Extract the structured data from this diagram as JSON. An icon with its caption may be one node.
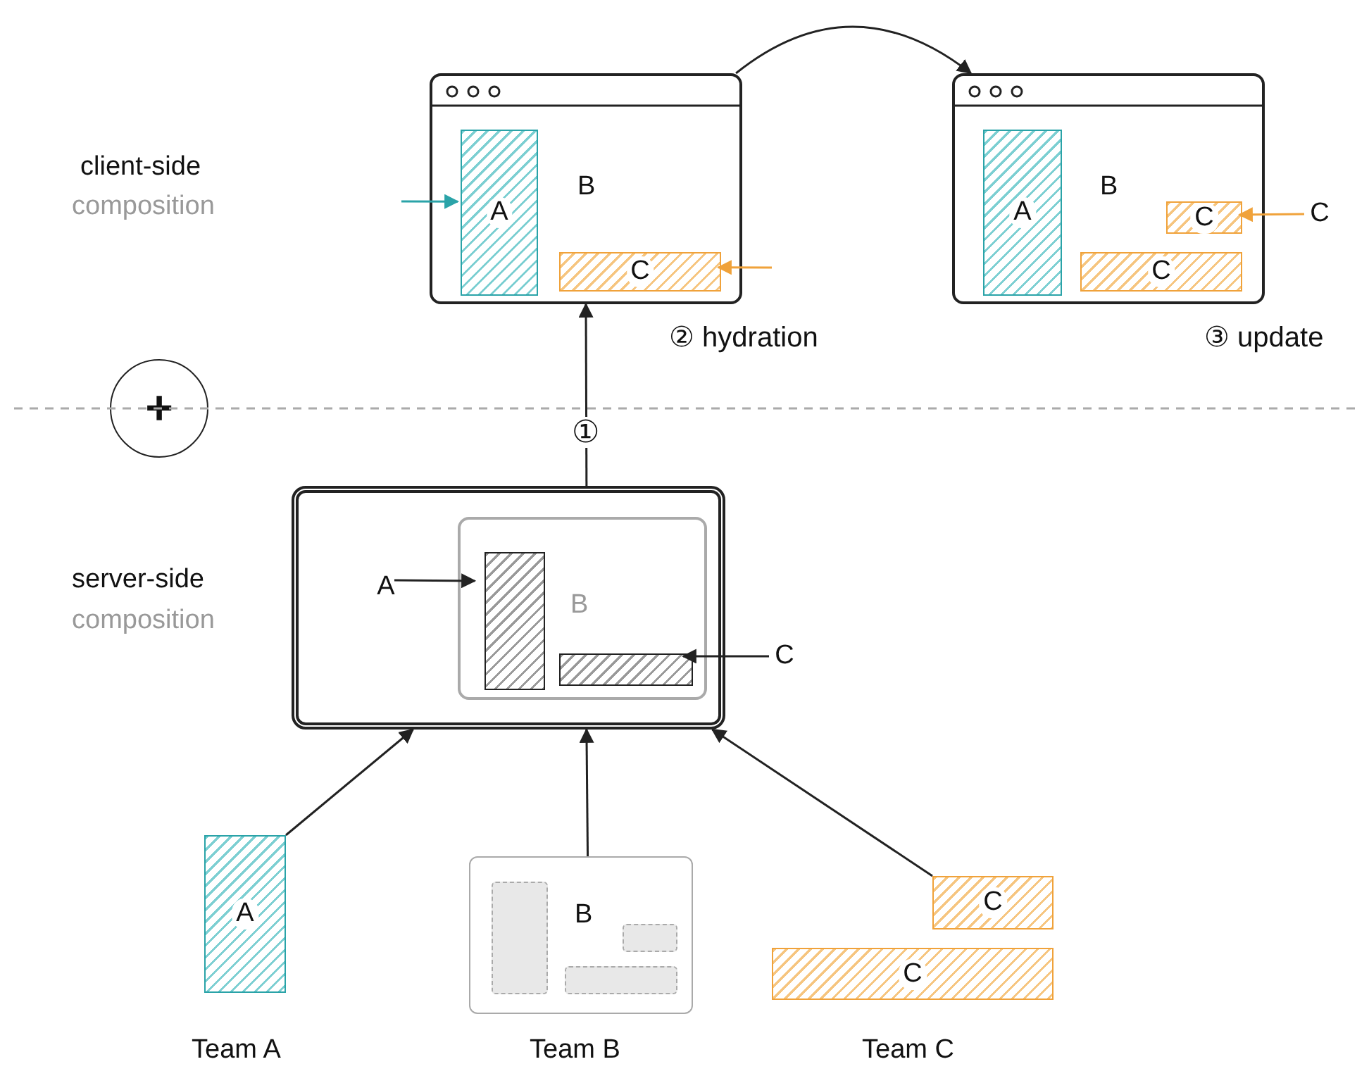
{
  "diagram": {
    "nodes": [
      {
        "text": [
          "B"
        ],
        "beside": [
          "② hydration"
        ]
      },
      {
        "text": [
          "A"
        ],
        "in": 0
      },
      {
        "text": [
          "C"
        ],
        "in": 0
      },
      {
        "text": [
          "B"
        ],
        "beside": [
          "③ update"
        ]
      },
      {
        "text": [
          "A"
        ],
        "in": 3
      },
      {
        "text": [
          "C"
        ],
        "in": 3
      },
      {
        "text": [
          "C"
        ],
        "in": 3
      },
      {
        "text": [
          "+"
        ]
      },
      {
        "text": [],
        "shape": "box"
      },
      {
        "text": [
          "B"
        ],
        "in": 8
      },
      {
        "text": [],
        "shape": "bar",
        "in": 9
      },
      {
        "text": [],
        "shape": "bar",
        "in": 9
      },
      {
        "text": [
          "A"
        ],
        "in": 8
      },
      {
        "text": [
          "C"
        ]
      },
      {
        "text": [
          "A"
        ],
        "beside": [
          "Team A"
        ]
      },
      {
        "text": [
          "B"
        ],
        "beside": [
          "Team B"
        ]
      },
      {
        "text": [],
        "shape": "box",
        "in": 15
      },
      {
        "text": [],
        "shape": "box",
        "in": 15
      },
      {
        "text": [],
        "shape": "box",
        "in": 15
      },
      {
        "text": [
          "C"
        ]
      },
      {
        "text": [
          "C"
        ],
        "beside": [
          "Team C"
        ]
      },
      {
        "text": [
          "C"
        ]
      }
    ],
    "edges": [
      {
        "from": null,
        "to": 1,
        "arrow": "to",
        "color": "#2aa3a8"
      },
      {
        "from": null,
        "to": 2,
        "arrow": "to",
        "color": "#f0a23a"
      },
      {
        "from": 0,
        "to": 3,
        "arrow": "to"
      },
      {
        "from": 21,
        "to": 5,
        "arrow": "to",
        "color": "#f0a23a"
      },
      {
        "from": 8,
        "to": 0,
        "arrow": "to",
        "label": "①"
      },
      {
        "from": 12,
        "to": 10,
        "arrow": "to"
      },
      {
        "from": 13,
        "to": 11,
        "arrow": "to"
      },
      {
        "from": 14,
        "to": 8,
        "arrow": "to"
      },
      {
        "from": 15,
        "to": 8,
        "arrow": "to"
      },
      {
        "from": 19,
        "to": 8,
        "arrow": "to"
      }
    ],
    "labels": [
      "client-side",
      "composition",
      "server-side",
      "composition"
    ]
  }
}
